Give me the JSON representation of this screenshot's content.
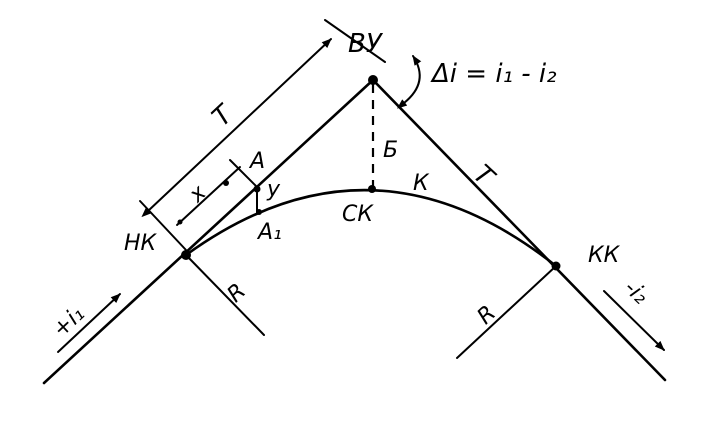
{
  "labels": {
    "vertex": "ВУ",
    "angle_formula": "Δi = i₁ - i₂",
    "tangent_left": "T",
    "tangent_right": "T",
    "point_a": "A",
    "dist_x": "x",
    "offset_y": "y",
    "start_curve": "НК",
    "point_a1": "A₁",
    "mid_curve": "СК",
    "bisector": "Б",
    "curve": "К",
    "end_curve": "КК",
    "radius_left": "R",
    "radius_right": "R",
    "grade_left": "+i₁",
    "grade_right": "-i₂"
  }
}
